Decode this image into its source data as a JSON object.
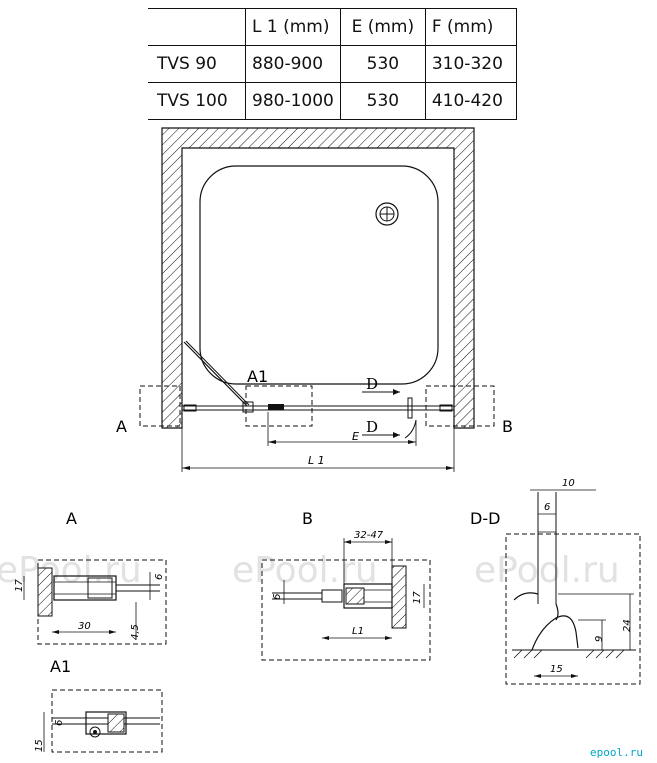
{
  "table": {
    "headers": [
      "",
      "L 1 (mm)",
      "E (mm)",
      "F (mm)"
    ],
    "rows": [
      [
        "TVS 90",
        "880-900",
        "530",
        "310-320"
      ],
      [
        "TVS 100",
        "980-1000",
        "530",
        "410-420"
      ]
    ]
  },
  "plan": {
    "label_a": "A",
    "label_b": "B",
    "label_a1": "A1",
    "label_d": "D",
    "dim_e": "E",
    "dim_l1": "L 1"
  },
  "detail_a": {
    "title": "A",
    "dim_17": "17",
    "dim_6": "6",
    "dim_30": "30",
    "dim_45": "4,5"
  },
  "detail_b": {
    "title": "B",
    "dim_3247": "32-47",
    "dim_6": "6",
    "dim_17": "17",
    "dim_l1": "L1"
  },
  "detail_dd": {
    "title": "D-D",
    "dim_10": "10",
    "dim_6": "6",
    "dim_24": "24",
    "dim_9": "9",
    "dim_15": "15"
  },
  "detail_a1": {
    "title": "A1",
    "dim_6": "6",
    "dim_15": "15"
  },
  "watermark": {
    "text": "ePool.ru",
    "logo": "epool.ru"
  }
}
